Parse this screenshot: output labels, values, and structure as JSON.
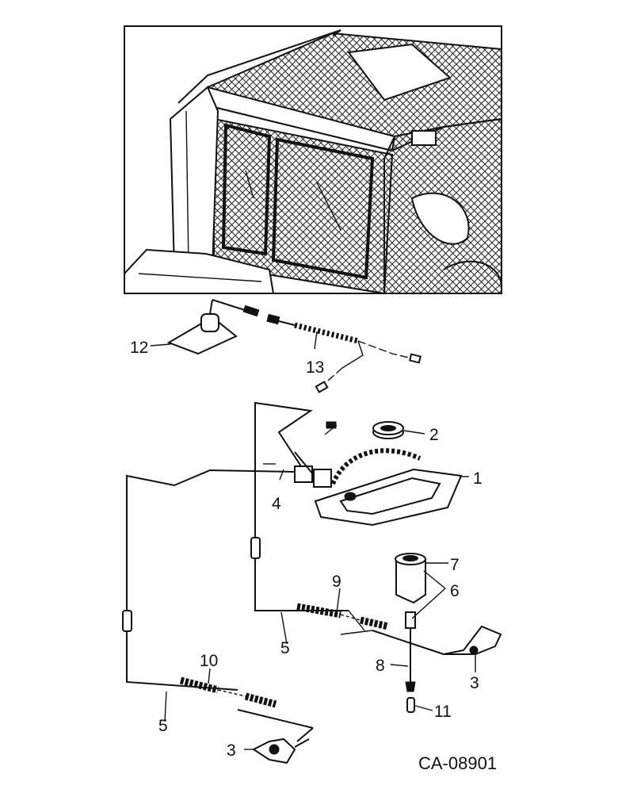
{
  "drawing_id": "CA-08901",
  "callouts": [
    {
      "id": "c1",
      "label": "1"
    },
    {
      "id": "c2",
      "label": "2"
    },
    {
      "id": "c3a",
      "label": "3"
    },
    {
      "id": "c3b",
      "label": "3"
    },
    {
      "id": "c4",
      "label": "4"
    },
    {
      "id": "c5a",
      "label": "5"
    },
    {
      "id": "c5b",
      "label": "5"
    },
    {
      "id": "c6",
      "label": "6"
    },
    {
      "id": "c7",
      "label": "7"
    },
    {
      "id": "c8",
      "label": "8"
    },
    {
      "id": "c9",
      "label": "9"
    },
    {
      "id": "c10",
      "label": "10"
    },
    {
      "id": "c11",
      "label": "11"
    },
    {
      "id": "c12",
      "label": "12"
    },
    {
      "id": "c13",
      "label": "13"
    }
  ]
}
